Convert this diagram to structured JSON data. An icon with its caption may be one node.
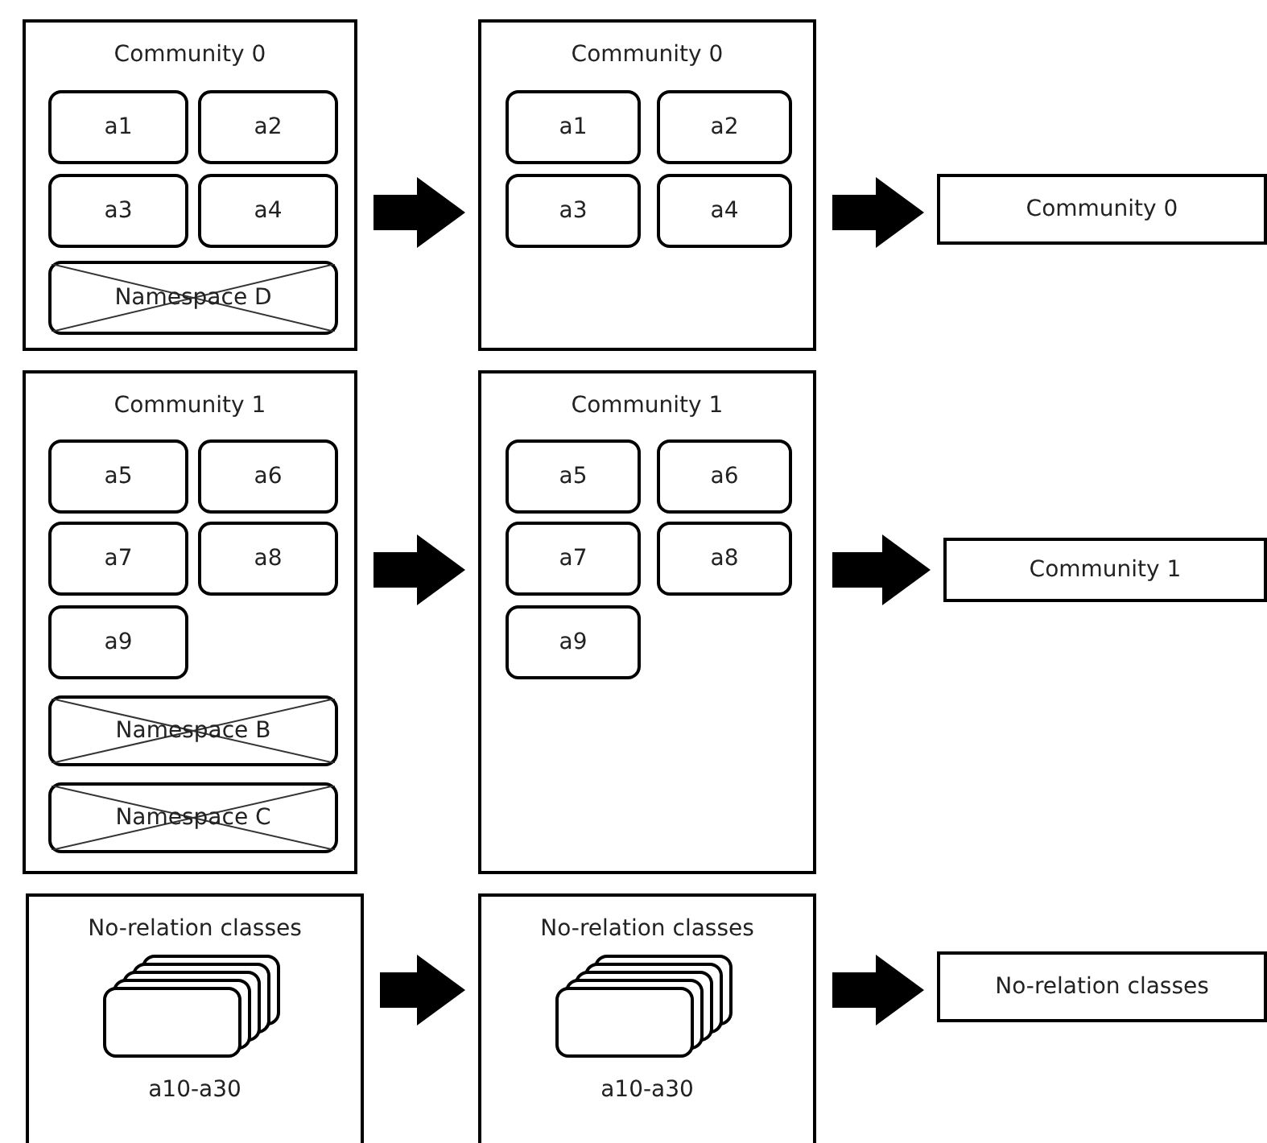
{
  "diagram": {
    "nodes": [
      {
        "text": [
          "Community 0"
        ]
      },
      {
        "text": [
          "a1"
        ],
        "in": 0
      },
      {
        "text": [
          "a2"
        ],
        "in": 0
      },
      {
        "text": [
          "a3"
        ],
        "in": 0
      },
      {
        "text": [
          "a4"
        ],
        "in": 0
      },
      {
        "text": [
          "Namespace D"
        ],
        "in": 0
      },
      {
        "text": [
          "Community 0"
        ]
      },
      {
        "text": [
          "a1"
        ],
        "in": 6
      },
      {
        "text": [
          "a2"
        ],
        "in": 6
      },
      {
        "text": [
          "a3"
        ],
        "in": 6
      },
      {
        "text": [
          "a4"
        ],
        "in": 6
      },
      {
        "text": [
          "Community 0"
        ]
      },
      {
        "text": [
          "Community 1"
        ]
      },
      {
        "text": [
          "a5"
        ],
        "in": 12
      },
      {
        "text": [
          "a6"
        ],
        "in": 12
      },
      {
        "text": [
          "a7"
        ],
        "in": 12
      },
      {
        "text": [
          "a8"
        ],
        "in": 12
      },
      {
        "text": [
          "a9"
        ],
        "in": 12
      },
      {
        "text": [
          "Namespace B"
        ],
        "in": 12
      },
      {
        "text": [
          "Namespace C"
        ],
        "in": 12
      },
      {
        "text": [
          "Community 1"
        ]
      },
      {
        "text": [
          "a5"
        ],
        "in": 20
      },
      {
        "text": [
          "a6"
        ],
        "in": 20
      },
      {
        "text": [
          "a7"
        ],
        "in": 20
      },
      {
        "text": [
          "a8"
        ],
        "in": 20
      },
      {
        "text": [
          "a9"
        ],
        "in": 20
      },
      {
        "text": [
          "Community 1"
        ]
      },
      {
        "text": [
          "No-relation classes",
          "a10-a30"
        ]
      },
      {
        "text": [
          "No-relation classes",
          "a10-a30"
        ]
      },
      {
        "text": [
          "No-relation classes"
        ]
      }
    ],
    "edges": [
      {
        "from": 0,
        "to": 6,
        "arrow": "to"
      },
      {
        "from": 6,
        "to": 11,
        "arrow": "to"
      },
      {
        "from": 12,
        "to": 20,
        "arrow": "to"
      },
      {
        "from": 20,
        "to": 26,
        "arrow": "to"
      },
      {
        "from": 27,
        "to": 28,
        "arrow": "to"
      },
      {
        "from": 28,
        "to": 29,
        "arrow": "to"
      }
    ]
  }
}
